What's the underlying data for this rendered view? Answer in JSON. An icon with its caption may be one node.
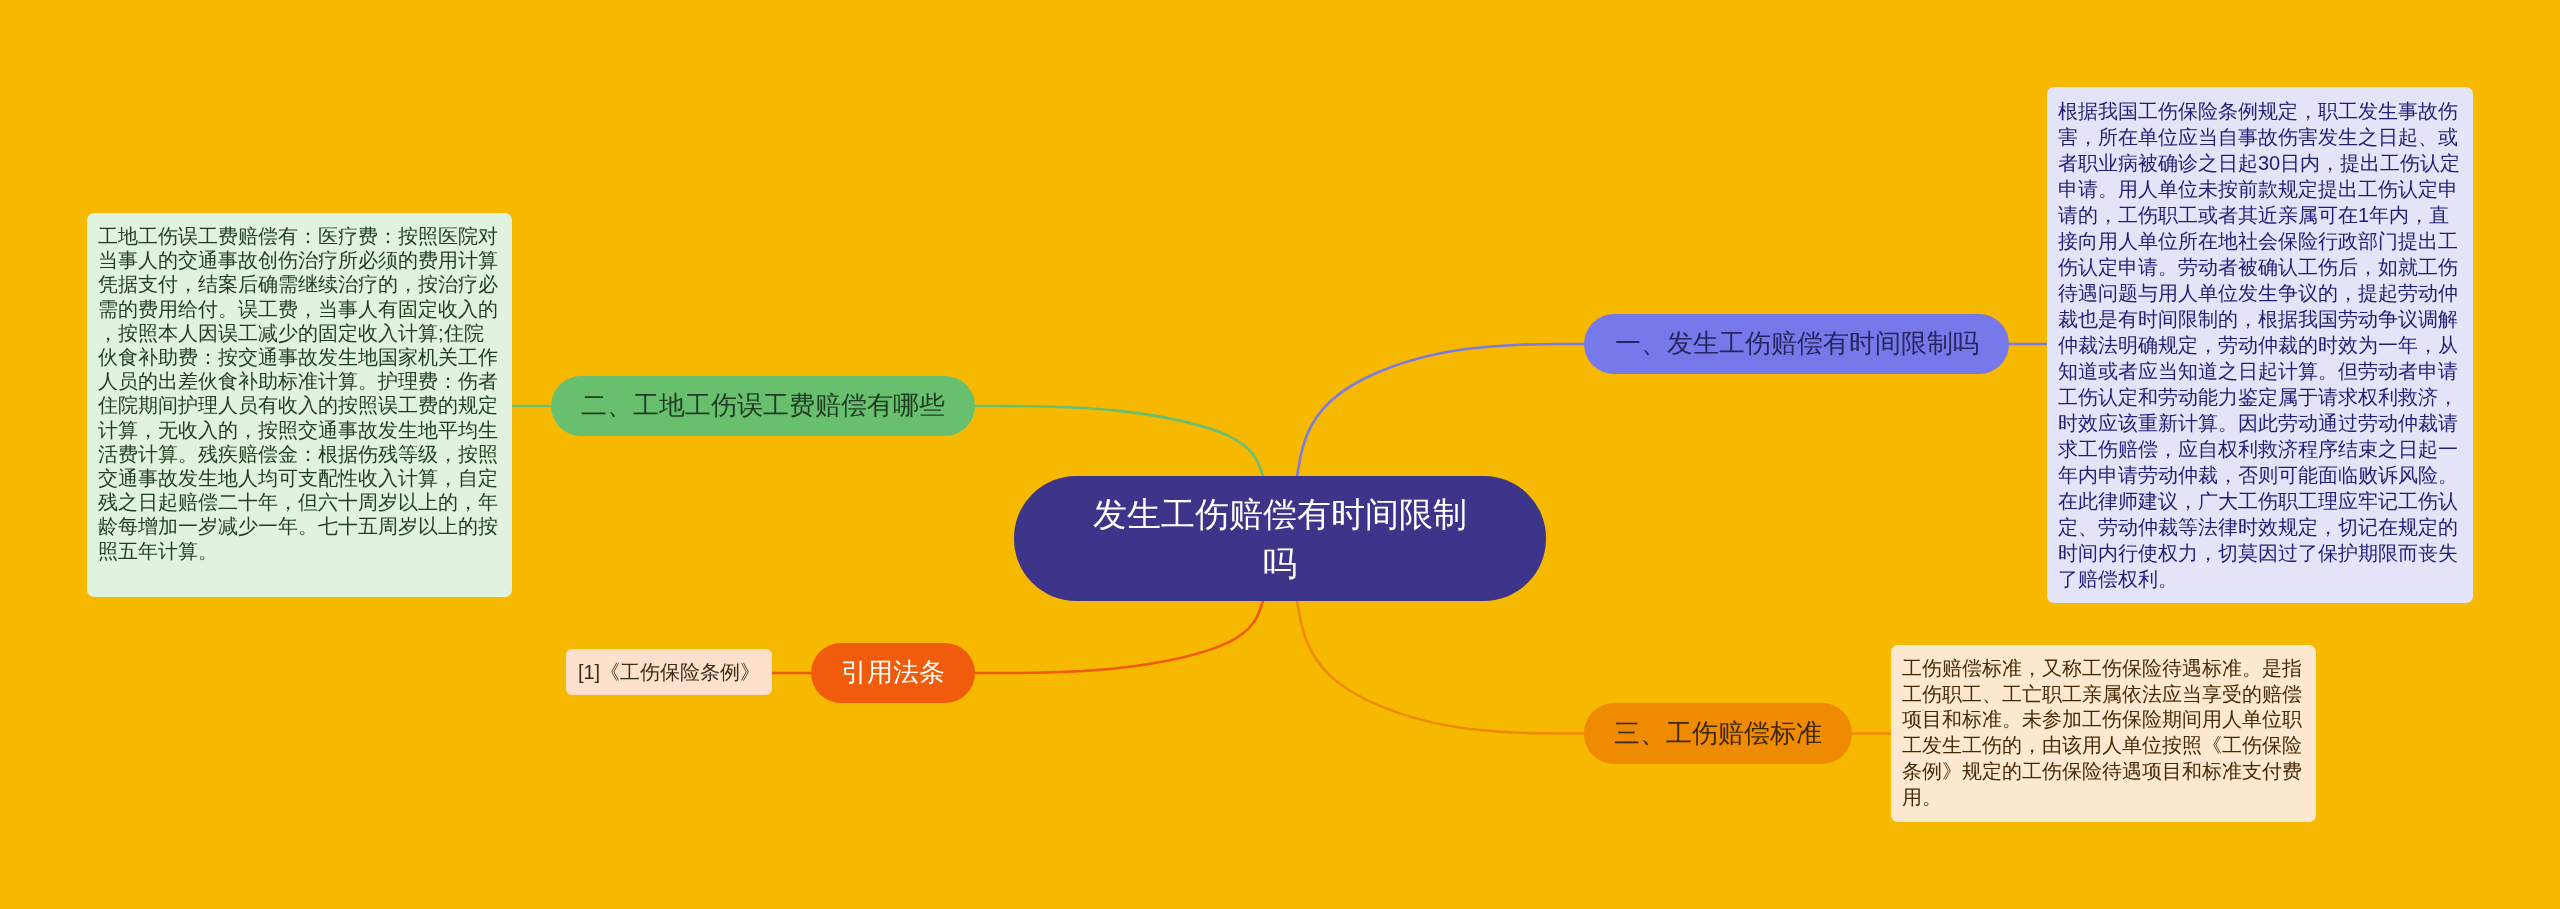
{
  "diagram": {
    "nodes": [
      {
        "text": [
          "发生工伤赔偿有时间限制吗"
        ]
      },
      {
        "text": [
          "一、发生工伤赔偿有时间限制吗"
        ]
      },
      {
        "text": [
          "根据我国工伤保险条例规定，职工发生事故伤害，所在单位应当自事故伤害发生之日起、或者职业病被确诊之日起30日内，提出工伤认定申请。用人单位未按前款规定提出工伤认定申请的，工伤职工或者其近亲属可在1年内，直接向用人单位所在地社会保险行政部门提出工伤认定申请。劳动者被确认工伤后，如就工伤待遇问题与用人单位发生争议的，提起劳动仲裁也是有时间限制的，根据我国劳动争议调解仲裁法明确规定，劳动仲裁的时效为一年，从知道或者应当知道之日起计算。但劳动者申请工伤认定和劳动能力鉴定属于请求权利救济，时效应该重新计算。因此劳动通过劳动仲裁请求工伤赔偿，应自权利救济程序结束之日起一年内申请劳动仲裁，否则可能面临败诉风险。在此律师建议，广大工伤职工理应牢记工伤认定、劳动仲裁等法律时效规定，切记在规定的时间内行使权力，切莫因过了保护期限而丧失了赔偿权利。"
        ]
      },
      {
        "text": [
          "二、工地工伤误工费赔偿有哪些"
        ]
      },
      {
        "text": [
          "工地工伤误工费赔偿有：医疗费：按照医院对当事人的交通事故创伤治疗所必须的费用计算凭据支付，结案后确需继续治疗的，按治疗必需的费用给付。误工费，当事人有固定收入的，按照本人因误工减少的固定收入计算;住院伙食补助费：按交通事故发生地国家机关工作人员的出差伙食补助标准计算。护理费：伤者住院期间护理人员有收入的按照误工费的规定计算，无收入的，按照交通事故发生地平均生活费计算。残疾赔偿金：根据伤残等级，按照交通事故发生地人均可支配性收入计算，自定残之日起赔偿二十年，但六十周岁以上的，年龄每增加一岁减少一年。七十五周岁以上的按照五年计算。"
        ]
      },
      {
        "text": [
          "三、工伤赔偿标准"
        ]
      },
      {
        "text": [
          "工伤赔偿标准，又称工伤保险待遇标准。是指工伤职工、工亡职工亲属依法应当享受的赔偿项目和标准。未参加工伤保险期间用人单位职工发生工伤的，由该用人单位按照《工伤保险条例》规定的工伤保险待遇项目和标准支付费用。"
        ]
      },
      {
        "text": [
          "引用法条"
        ]
      },
      {
        "text": [
          "[1]《工伤保险条例》"
        ]
      }
    ],
    "edges": [
      {
        "from": 0,
        "to": 1,
        "arrow": "none",
        "color": "#7b7be0"
      },
      {
        "from": 1,
        "to": 2,
        "arrow": "none",
        "color": "#7b7be0"
      },
      {
        "from": 0,
        "to": 3,
        "arrow": "none",
        "color": "#6bbf70"
      },
      {
        "from": 3,
        "to": 4,
        "arrow": "none",
        "color": "#6bbf70"
      },
      {
        "from": 0,
        "to": 5,
        "arrow": "none",
        "color": "#ef8b00"
      },
      {
        "from": 5,
        "to": 6,
        "arrow": "none",
        "color": "#ef8b00"
      },
      {
        "from": 0,
        "to": 7,
        "arrow": "none",
        "color": "#f05a0a"
      },
      {
        "from": 7,
        "to": 8,
        "arrow": "none",
        "color": "#f05a0a"
      }
    ]
  }
}
